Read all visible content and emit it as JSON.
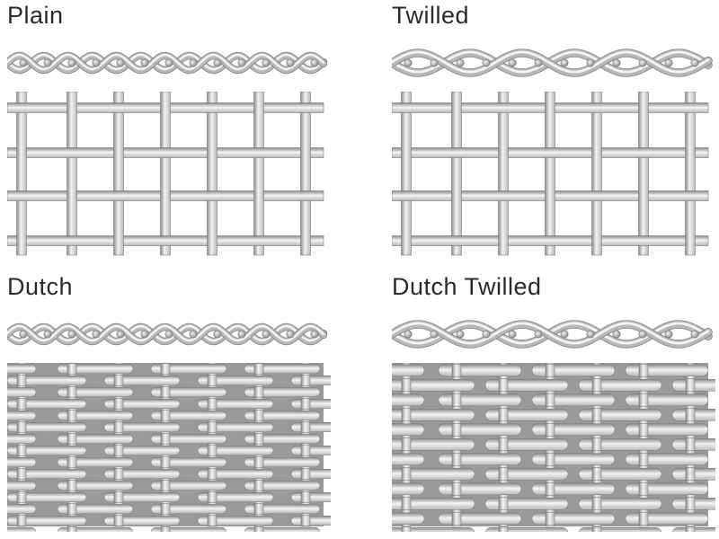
{
  "panels": [
    {
      "title": "Plain",
      "weave": "plain"
    },
    {
      "title": "Twilled",
      "weave": "twilled"
    },
    {
      "title": "Dutch",
      "weave": "dutch"
    },
    {
      "title": "Dutch Twilled",
      "weave": "dutch-twilled"
    }
  ],
  "colors": {
    "wire_light": "#f4f4f4",
    "wire_mid": "#b8b8b8",
    "wire_dark": "#8a8a8a",
    "outline": "#7a7a7a",
    "text": "#2a2a2a"
  }
}
